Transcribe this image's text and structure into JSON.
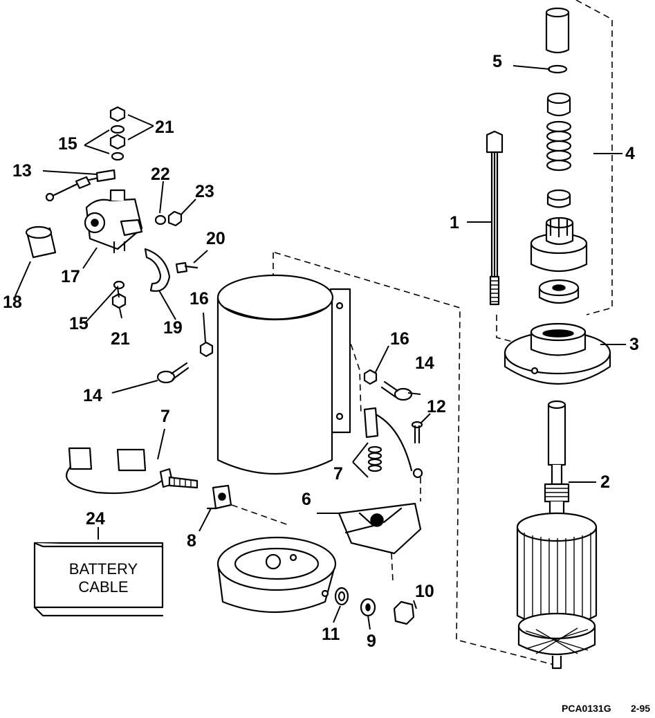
{
  "callouts": {
    "c1": "1",
    "c2": "2",
    "c3": "3",
    "c4": "4",
    "c5": "5",
    "c6": "6",
    "c7a": "7",
    "c7b": "7",
    "c8": "8",
    "c9": "9",
    "c10": "10",
    "c11": "11",
    "c12": "12",
    "c13": "13",
    "c14a": "14",
    "c14b": "14",
    "c15a": "15",
    "c15b": "15",
    "c16a": "16",
    "c16b": "16",
    "c17": "17",
    "c18": "18",
    "c19": "19",
    "c20": "20",
    "c21a": "21",
    "c21b": "21",
    "c22": "22",
    "c23": "23",
    "c24": "24"
  },
  "battery_cable_box": {
    "line1": "BATTERY",
    "line2": "CABLE"
  },
  "reference": {
    "code": "PCA0131G",
    "date": "2-95"
  }
}
